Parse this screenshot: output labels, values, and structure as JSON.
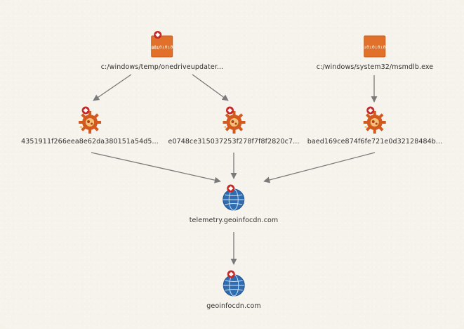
{
  "colors": {
    "background": "#f6f3ec",
    "edge": "#7a7a7a",
    "file_icon": "#e0702a",
    "threat_badge": "#c62828",
    "malware_icon": "#d35a1f",
    "domain_icon": "#2f6db3"
  },
  "nodes": {
    "file_onedrive": {
      "label": "c:/windows/temp/onedriveupdater...",
      "icon": "executable-file-icon",
      "badge_text": "Ooı",
      "icon_text": "ı0ı0ı0ı0"
    },
    "file_msmdlb": {
      "label": "c:/windows/system32/msmdlb.exe",
      "icon": "executable-file-icon",
      "badge_text": "",
      "icon_text": "ı0ı0ı0ı0"
    },
    "hash_1": {
      "label": "4351911f266eea8e62da380151a54d5...",
      "icon": "malware-hash-icon"
    },
    "hash_2": {
      "label": "e0748ce315037253f278f7f8f2820c7...",
      "icon": "malware-hash-icon"
    },
    "hash_3": {
      "label": "baed169ce874f6fe721e0d32128484b...",
      "icon": "malware-hash-icon"
    },
    "domain_telemetry": {
      "label": "telemetry.geoinfocdn.com",
      "icon": "domain-globe-icon"
    },
    "domain_geoinfocdn": {
      "label": "geoinfocdn.com",
      "icon": "domain-globe-icon"
    }
  },
  "edges": [
    {
      "from": "file_onedrive",
      "to": "hash_1"
    },
    {
      "from": "file_onedrive",
      "to": "hash_2"
    },
    {
      "from": "file_msmdlb",
      "to": "hash_3"
    },
    {
      "from": "hash_1",
      "to": "domain_telemetry"
    },
    {
      "from": "hash_2",
      "to": "domain_telemetry"
    },
    {
      "from": "hash_3",
      "to": "domain_telemetry"
    },
    {
      "from": "domain_telemetry",
      "to": "domain_geoinfocdn"
    }
  ]
}
